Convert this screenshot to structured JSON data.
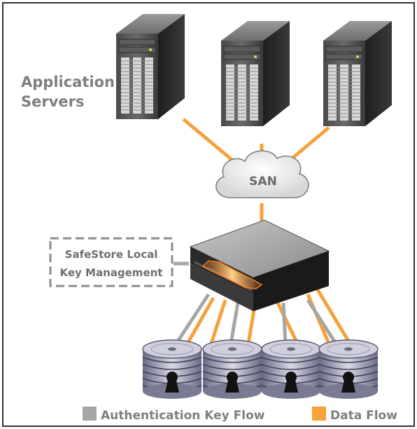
{
  "labels": {
    "app_servers_line1": "Application",
    "app_servers_line2": "Servers",
    "san": "SAN",
    "key_mgmt_line1": "SafeStore Local",
    "key_mgmt_line2": "Key Management"
  },
  "legend": {
    "auth_flow": "Authentication Key  Flow",
    "data_flow": "Data Flow"
  },
  "colors": {
    "data_flow": "#f7a13a",
    "auth_flow": "#a6a6a6",
    "label_text": "#7f7f7f",
    "frame": "#333333",
    "dashed_box": "#8c8c8c",
    "appliance_glow": "#f47a1f"
  },
  "icons": {
    "server": "server-tower-icon",
    "cloud": "cloud-icon",
    "appliance": "encryption-appliance-icon",
    "disk": "locked-disk-stack-icon"
  }
}
